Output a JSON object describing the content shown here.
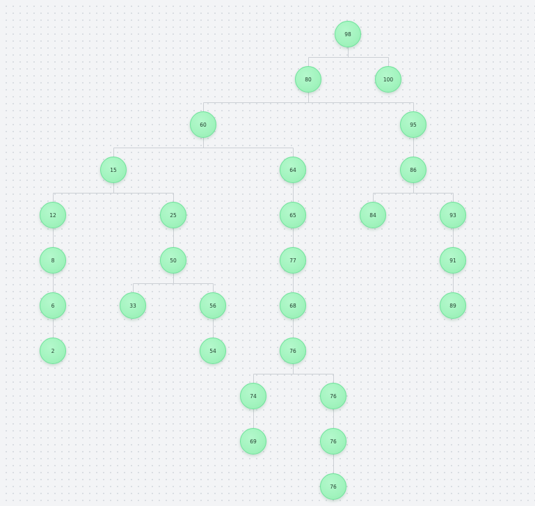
{
  "tree": {
    "id": "98",
    "label": "98",
    "children": [
      {
        "id": "80",
        "label": "80",
        "children": [
          {
            "id": "60",
            "label": "60",
            "children": [
              {
                "id": "15",
                "label": "15",
                "children": [
                  {
                    "id": "12",
                    "label": "12",
                    "children": [
                      {
                        "id": "8",
                        "label": "8",
                        "children": [
                          {
                            "id": "6",
                            "label": "6",
                            "children": [
                              {
                                "id": "2",
                                "label": "2",
                                "children": []
                              }
                            ]
                          }
                        ]
                      }
                    ]
                  },
                  {
                    "id": "25",
                    "label": "25",
                    "children": [
                      {
                        "id": "50",
                        "label": "50",
                        "children": [
                          {
                            "id": "33",
                            "label": "33",
                            "children": []
                          },
                          {
                            "id": "56",
                            "label": "56",
                            "children": [
                              {
                                "id": "54",
                                "label": "54",
                                "children": []
                              }
                            ]
                          }
                        ]
                      }
                    ]
                  }
                ]
              },
              {
                "id": "64",
                "label": "64",
                "children": [
                  {
                    "id": "65",
                    "label": "65",
                    "children": [
                      {
                        "id": "77",
                        "label": "77",
                        "children": [
                          {
                            "id": "68",
                            "label": "68",
                            "children": [
                              {
                                "id": "76a",
                                "label": "76",
                                "children": [
                                  {
                                    "id": "74",
                                    "label": "74",
                                    "children": [
                                      {
                                        "id": "69",
                                        "label": "69",
                                        "children": []
                                      }
                                    ]
                                  },
                                  {
                                    "id": "76b",
                                    "label": "76",
                                    "children": [
                                      {
                                        "id": "76c",
                                        "label": "76",
                                        "children": [
                                          {
                                            "id": "76d",
                                            "label": "76",
                                            "children": []
                                          }
                                        ]
                                      }
                                    ]
                                  }
                                ]
                              }
                            ]
                          }
                        ]
                      }
                    ]
                  }
                ]
              }
            ]
          },
          {
            "id": "95",
            "label": "95",
            "children": [
              {
                "id": "86",
                "label": "86",
                "children": [
                  {
                    "id": "84",
                    "label": "84",
                    "children": []
                  },
                  {
                    "id": "93",
                    "label": "93",
                    "children": [
                      {
                        "id": "91",
                        "label": "91",
                        "children": [
                          {
                            "id": "89",
                            "label": "89",
                            "children": []
                          }
                        ]
                      }
                    ]
                  }
                ]
              }
            ]
          }
        ]
      },
      {
        "id": "100",
        "label": "100",
        "children": []
      }
    ]
  },
  "colors": {
    "background": "#f3f4f6",
    "grid_dot": "#d7dbe0",
    "edge": "#cbcfd4",
    "node_fill": "#a3f4bf",
    "node_border": "#6ee39a",
    "node_text": "#1f3b2b"
  }
}
